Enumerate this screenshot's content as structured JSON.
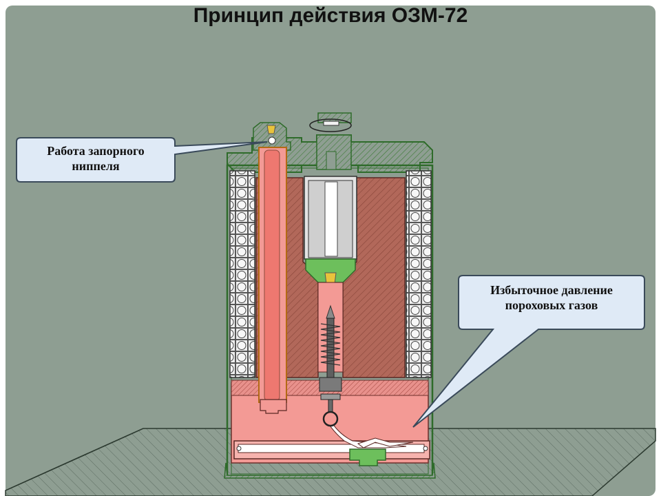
{
  "slide": {
    "title": "Принцип действия ОЗМ-72"
  },
  "callouts": {
    "nipple": "Работа запорного ниппеля",
    "gas": "Избыточное давление пороховых газов"
  },
  "colors": {
    "background": "#8e9e92",
    "casing_outline": "#2e6b2a",
    "gas_pink": "#f39a95",
    "charge_brown": "#b2685a",
    "callout_fill": "#dfeaf6"
  }
}
